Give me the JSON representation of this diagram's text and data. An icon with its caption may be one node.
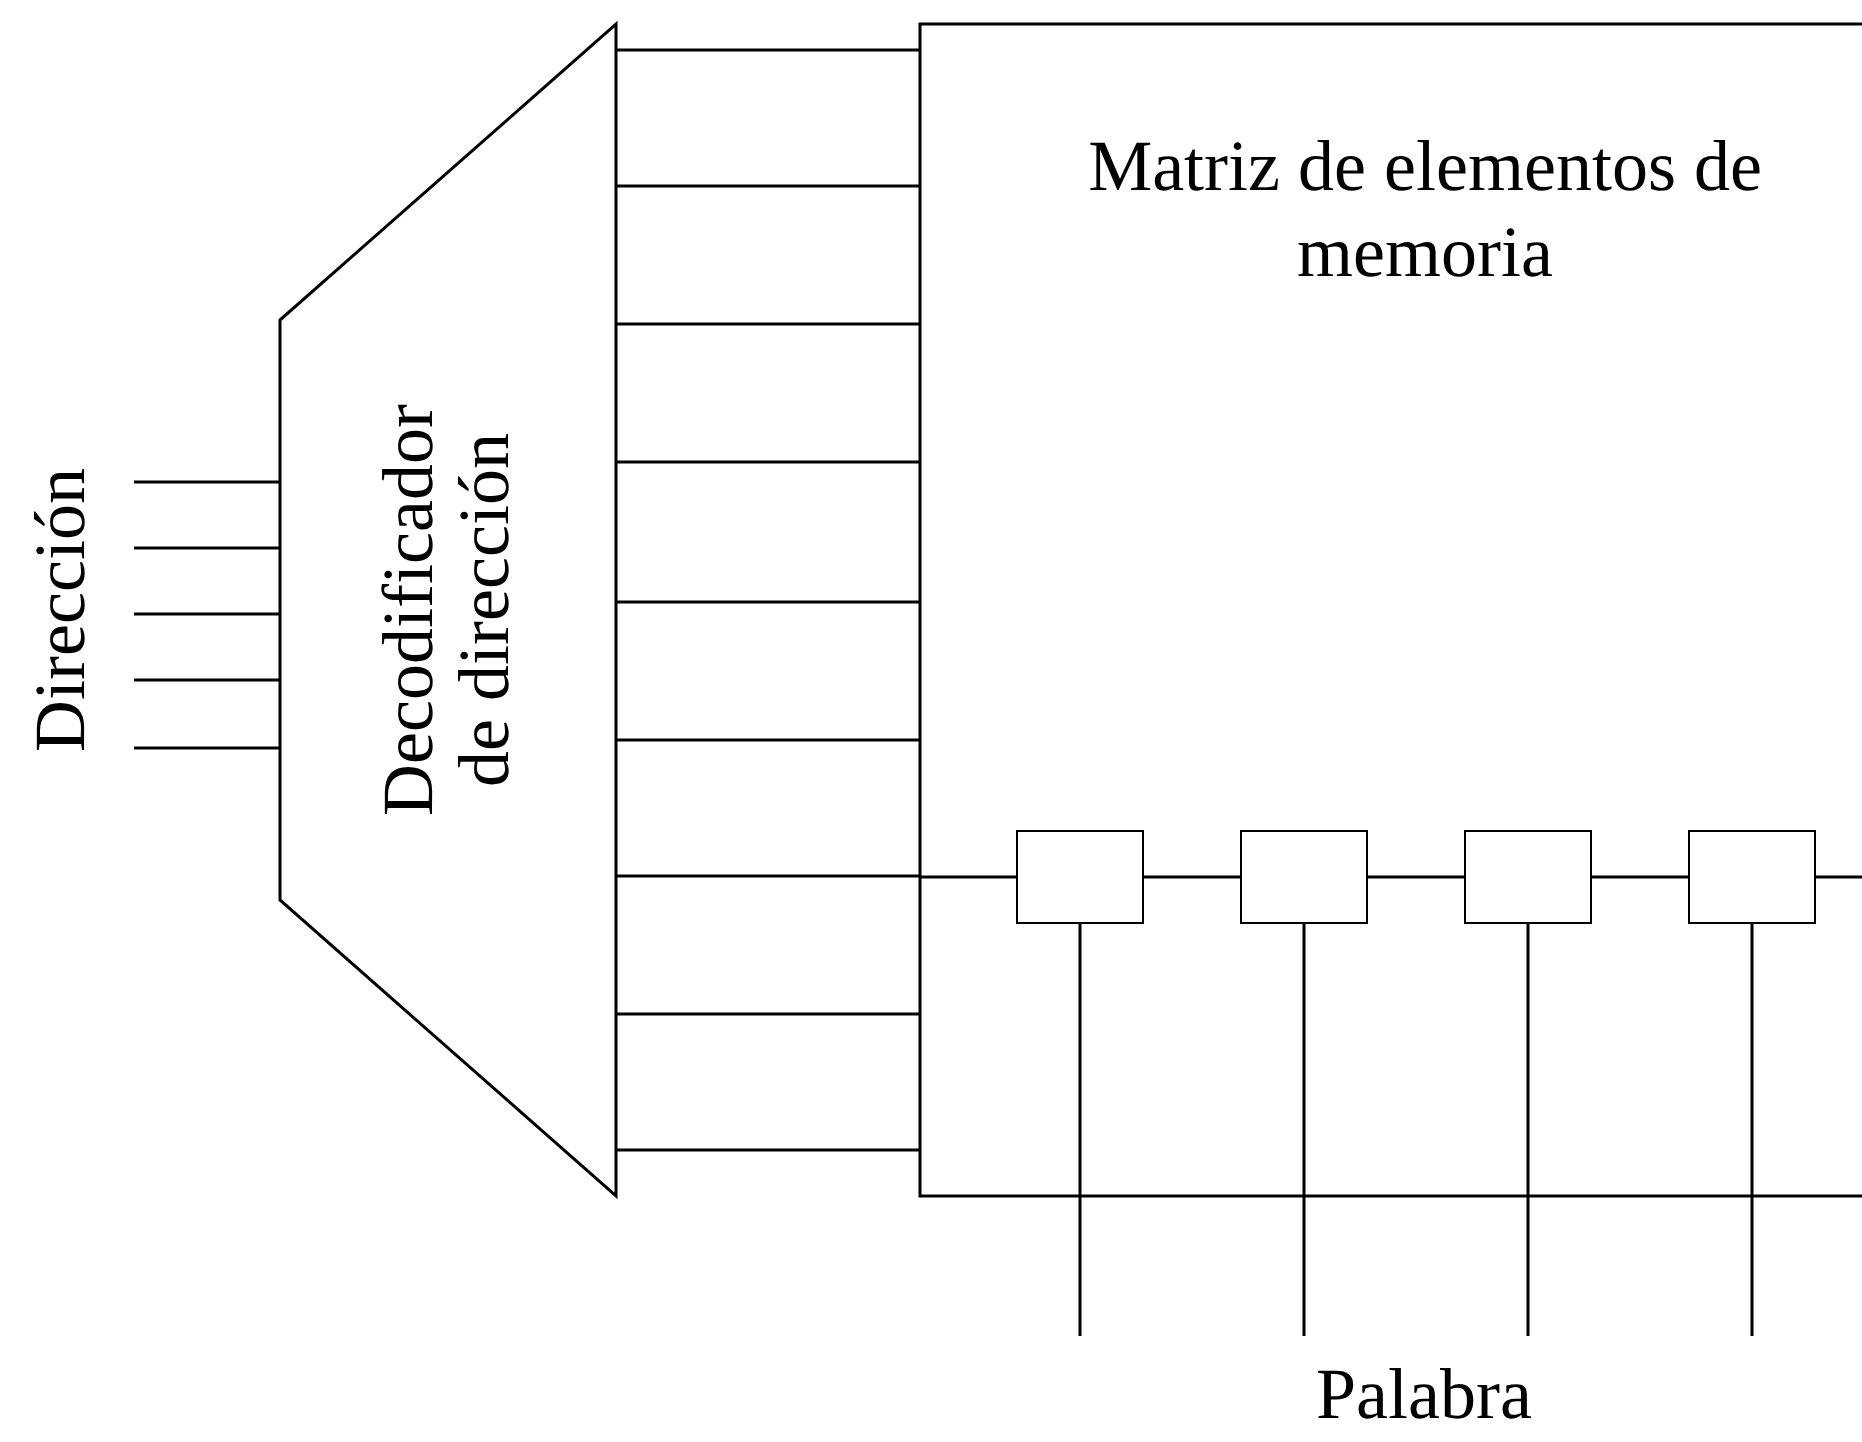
{
  "diagram": {
    "nodes": [
      {
        "text": [
          "Decodificador de dirección"
        ]
      },
      {
        "text": [
          "Matriz de elementos de memoria"
        ]
      },
      {
        "text": [],
        "shape": "box",
        "in": 1
      },
      {
        "text": [],
        "shape": "box",
        "in": 1
      },
      {
        "text": [],
        "shape": "box",
        "in": 1
      },
      {
        "text": [],
        "shape": "box",
        "in": 1
      }
    ],
    "edges": [
      {
        "from": null,
        "to": 0,
        "arrow": "none"
      },
      {
        "from": null,
        "to": 0,
        "arrow": "none"
      },
      {
        "from": null,
        "to": 0,
        "arrow": "none"
      },
      {
        "from": null,
        "to": 0,
        "arrow": "none"
      },
      {
        "from": null,
        "to": 0,
        "arrow": "none"
      },
      {
        "from": 0,
        "to": 1,
        "arrow": "none"
      },
      {
        "from": 0,
        "to": 1,
        "arrow": "none"
      },
      {
        "from": 0,
        "to": 1,
        "arrow": "none"
      },
      {
        "from": 0,
        "to": 1,
        "arrow": "none"
      },
      {
        "from": 0,
        "to": 1,
        "arrow": "none"
      },
      {
        "from": 0,
        "to": 1,
        "arrow": "none"
      },
      {
        "from": 0,
        "to": 1,
        "arrow": "none"
      },
      {
        "from": 0,
        "to": 1,
        "arrow": "none"
      },
      {
        "from": 0,
        "to": 1,
        "arrow": "none"
      },
      {
        "from": 1,
        "to": 2,
        "arrow": "none"
      },
      {
        "from": 2,
        "to": 3,
        "arrow": "none"
      },
      {
        "from": 3,
        "to": 4,
        "arrow": "none"
      },
      {
        "from": 4,
        "to": 5,
        "arrow": "none"
      },
      {
        "from": 2,
        "to": null,
        "arrow": "none"
      },
      {
        "from": 3,
        "to": null,
        "arrow": "none"
      },
      {
        "from": 4,
        "to": null,
        "arrow": "none"
      },
      {
        "from": 5,
        "to": null,
        "arrow": "none"
      },
      {
        "from": 5,
        "to": null,
        "arrow": "none"
      }
    ],
    "labels": [
      "Dirección",
      "Palabra"
    ]
  }
}
